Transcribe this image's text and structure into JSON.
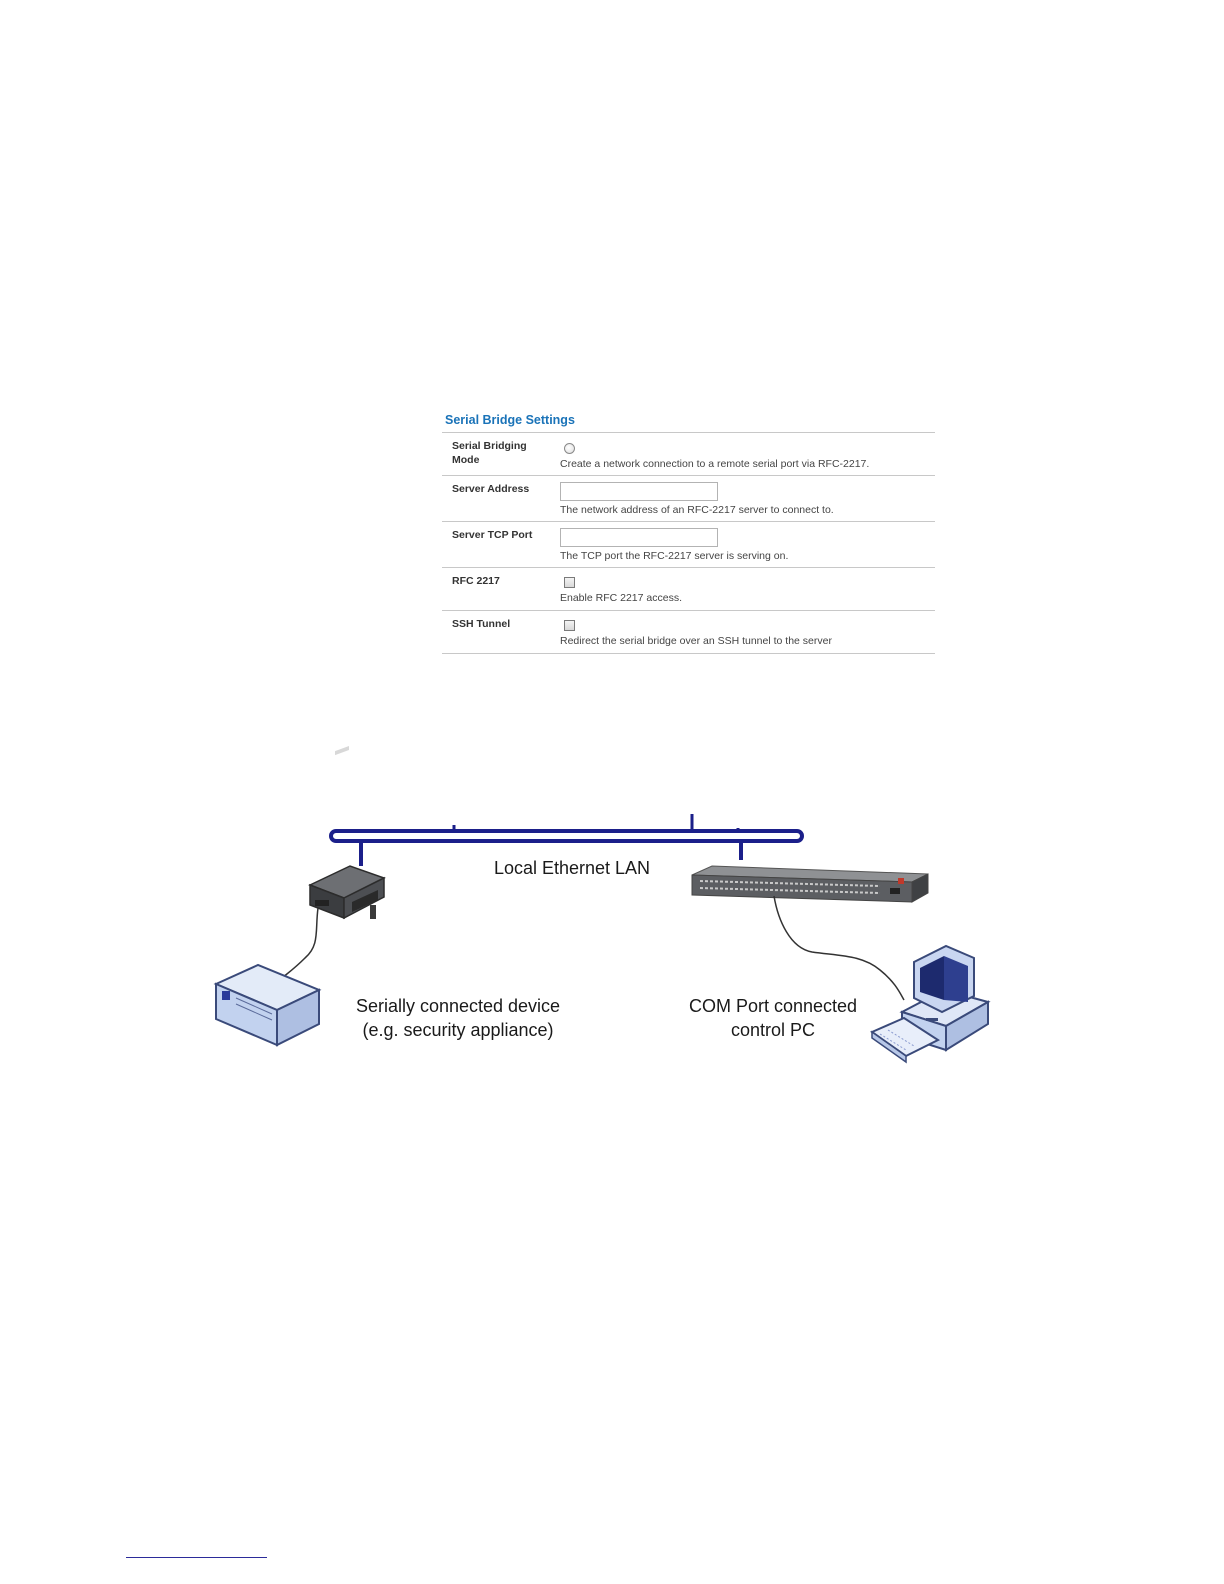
{
  "settings": {
    "title": "Serial Bridge Settings",
    "rows": [
      {
        "label": "Serial Bridging Mode",
        "control": "radio",
        "description": "Create a network connection to a remote serial port via RFC-2217."
      },
      {
        "label": "Server Address",
        "control": "text",
        "value": "",
        "description": "The network address of an RFC-2217 server to connect to."
      },
      {
        "label": "Server TCP Port",
        "control": "text",
        "value": "",
        "description": "The TCP port the RFC-2217 server is serving on."
      },
      {
        "label": "RFC 2217",
        "control": "checkbox",
        "description": "Enable RFC 2217 access."
      },
      {
        "label": "SSH Tunnel",
        "control": "checkbox",
        "description": "Redirect the serial bridge over an SSH tunnel to the server"
      }
    ]
  },
  "diagram": {
    "lan_label": "Local Ethernet LAN",
    "device_label_line1": "Serially connected device",
    "device_label_line2": "(e.g. security appliance)",
    "pc_label_line1": "COM Port connected",
    "pc_label_line2": "control PC",
    "bus_color": "#1b1f8a",
    "device_color": "#c9d8f2"
  }
}
